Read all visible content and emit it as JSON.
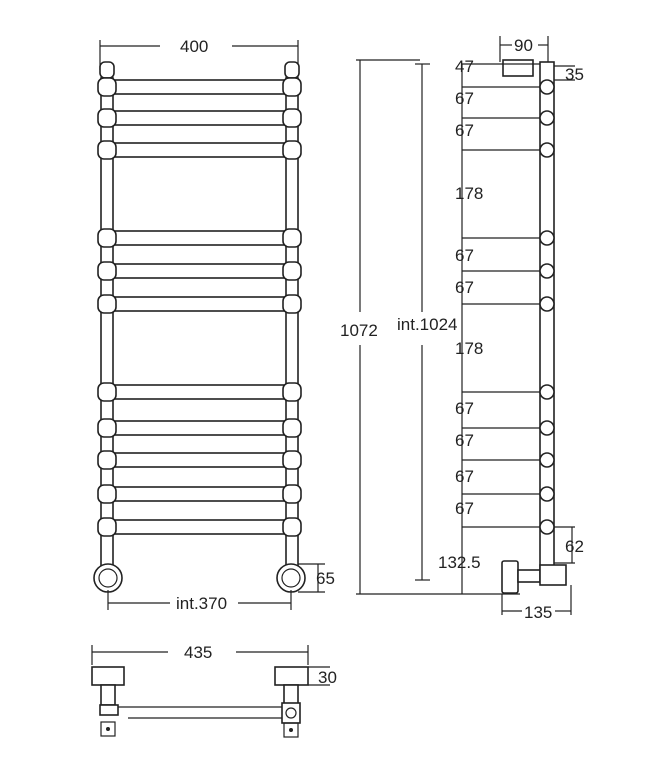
{
  "front_view": {
    "width_label": "400",
    "inner_width_label": "int.370",
    "pipe_height_label": "65"
  },
  "side_view": {
    "total_height_label": "1072",
    "inner_height_label": "int.1024",
    "depth_top_label": "90",
    "top_offset_label": "35",
    "spacings": [
      "47",
      "67",
      "67",
      "178",
      "67",
      "67",
      "178",
      "67",
      "67",
      "67",
      "67",
      "132.5"
    ],
    "bottom_offset_label": "62",
    "valve_depth_label": "135"
  },
  "top_view": {
    "width_label": "435",
    "bracket_label": "30"
  }
}
